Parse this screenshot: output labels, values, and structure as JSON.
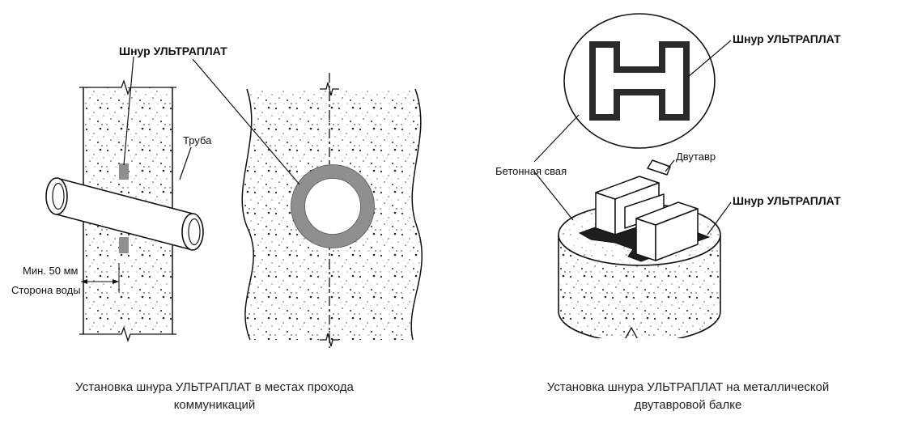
{
  "left_diagram": {
    "cord_label": "Шнур УЛЬТРАПЛАТ",
    "pipe_label": "Труба",
    "min_label": "Мин. 50 мм",
    "water_side_label": "Сторона воды"
  },
  "right_diagram": {
    "cord_label_top": "Шнур УЛЬТРАПЛАТ",
    "pile_label": "Бетонная свая",
    "beam_label": "Двутавр",
    "cord_label_bottom": "Шнур УЛЬТРАПЛАТ"
  },
  "captions": {
    "left_line1": "Установка шнура УЛЬТРАПЛАТ в местах прохода",
    "left_line2": "коммуникаций",
    "right_line1": "Установка шнура УЛЬТРАПЛАТ на металлической",
    "right_line2": "двутавровой балке"
  },
  "colors": {
    "cord_gray": "#8f8f8f",
    "cord_dark": "#2a2a2a",
    "line": "#111111"
  }
}
